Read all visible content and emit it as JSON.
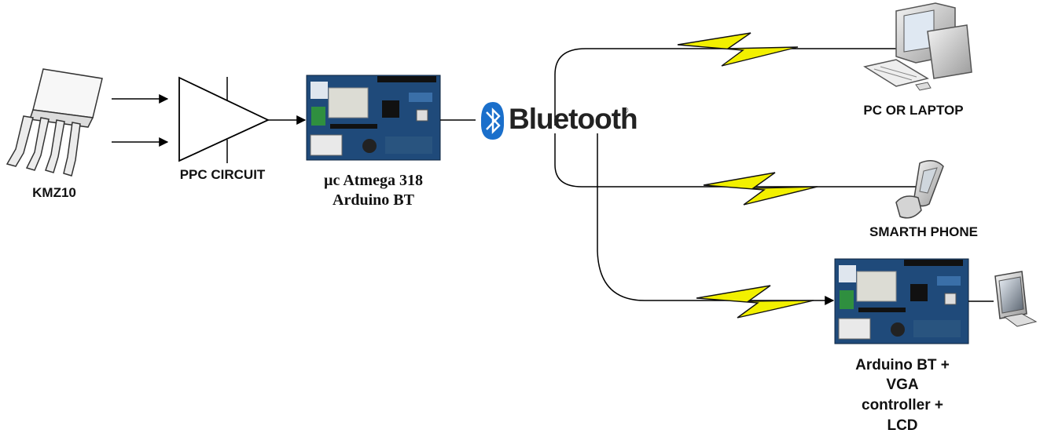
{
  "labels": {
    "sensor": "KMZ10",
    "ppc": "PPC CIRCUIT",
    "mcu_line1": "µc Atmega 318",
    "mcu_line2": "Arduino BT",
    "bluetooth": "Bluetooth",
    "bluetooth_reg": "®",
    "pc": "PC OR LAPTOP",
    "phone": "SMARTH PHONE",
    "lcd_line1": "Arduino BT +",
    "lcd_line2": "VGA",
    "lcd_line3": "controller +",
    "lcd_line4": "LCD"
  },
  "colors": {
    "board": "#1f4a7a",
    "board_light": "#3a6fa8",
    "bluetooth_blue": "#1a6fcb",
    "lightning": "#f2f000",
    "line": "#000000"
  },
  "icons": [
    "sensor-chip-icon",
    "amplifier-triangle-icon",
    "arduino-board-icon",
    "bluetooth-logo-icon",
    "lightning-icon",
    "desktop-pc-icon",
    "flip-phone-icon",
    "lcd-monitor-icon"
  ]
}
